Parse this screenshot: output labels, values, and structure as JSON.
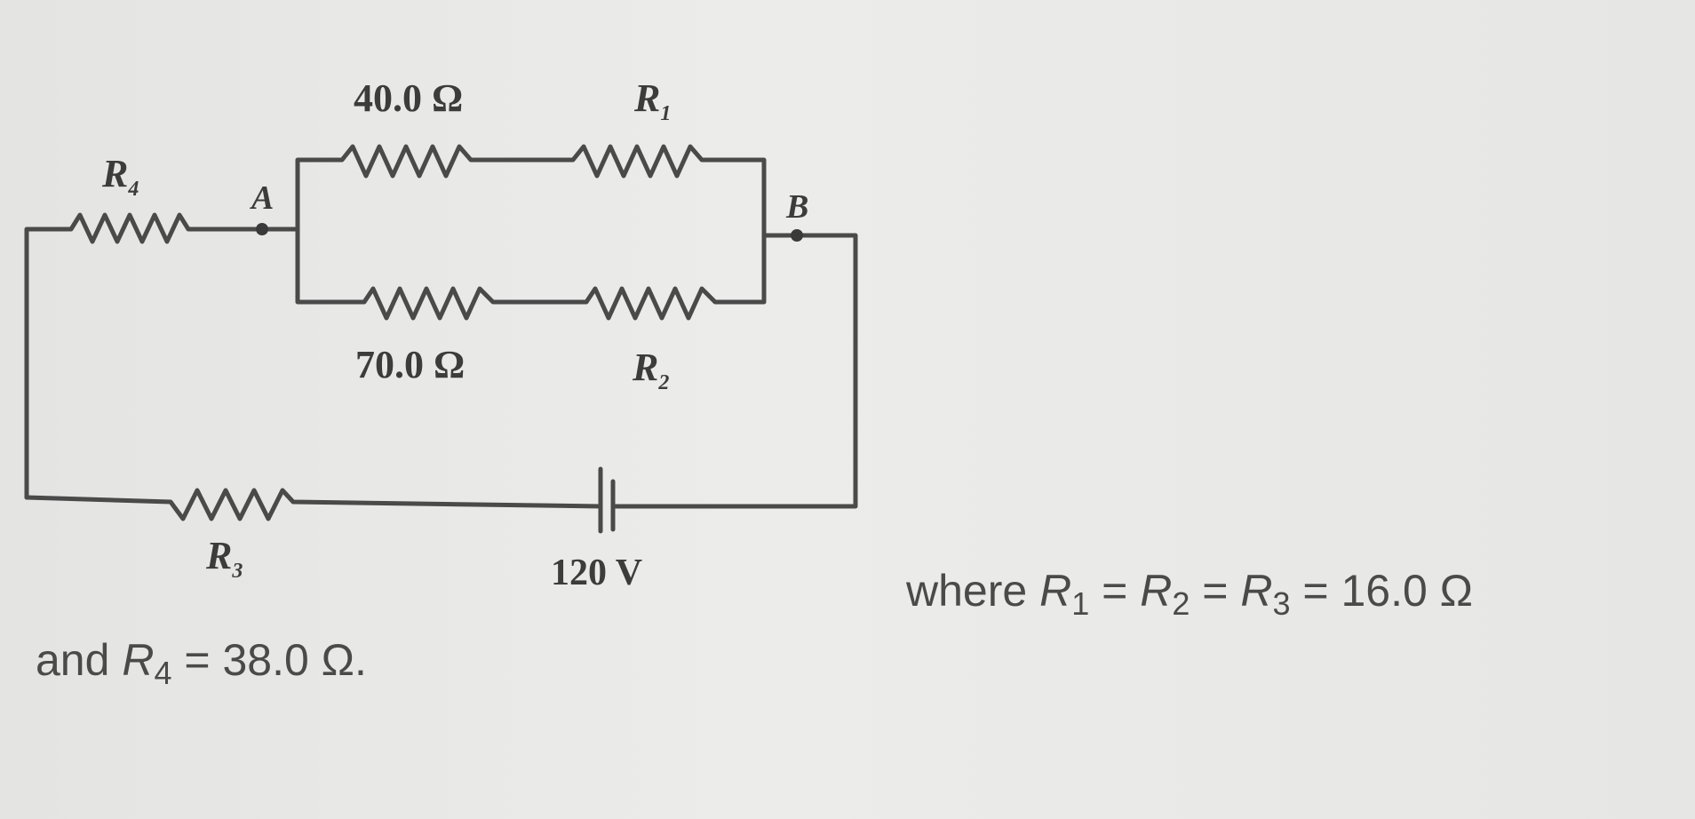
{
  "diagram": {
    "labels": {
      "top_left_resistor": "40.0 Ω",
      "top_right_resistor_var": "R",
      "top_right_resistor_sub": "1",
      "bottom_left_resistor": "70.0 Ω",
      "bottom_right_resistor_var": "R",
      "bottom_right_resistor_sub": "2",
      "series_left_resistor_var": "R",
      "series_left_resistor_sub": "4",
      "bottom_resistor_var": "R",
      "bottom_resistor_sub": "3",
      "battery": "120 V",
      "node_a": "A",
      "node_b": "B"
    }
  },
  "caption": {
    "where_prefix": "where ",
    "r1_var": "R",
    "r1_sub": "1",
    "eq1": " = ",
    "r2_var": "R",
    "r2_sub": "2",
    "eq2": " = ",
    "r3_var": "R",
    "r3_sub": "3",
    "eq3": " = 16.0 Ω",
    "and_prefix": "and ",
    "r4_var": "R",
    "r4_sub": "4",
    "eq4": " = 38.0 Ω."
  }
}
